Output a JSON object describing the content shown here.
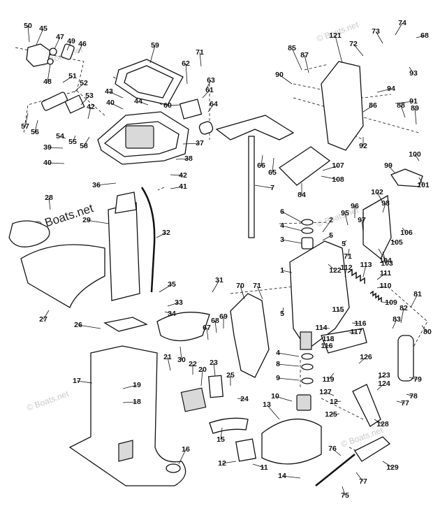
{
  "watermarks": [
    "© Boats.net",
    "© Boats.net",
    "© Boats.net",
    "© Boats.net",
    "© Boats.net",
    "© Boats.net"
  ],
  "callouts": [
    "50",
    "45",
    "47",
    "49",
    "46",
    "48",
    "59",
    "71",
    "62",
    "63",
    "61",
    "74",
    "68",
    "73",
    "121",
    "85",
    "87",
    "72",
    "93",
    "90",
    "94",
    "88",
    "89",
    "91",
    "86",
    "92",
    "100",
    "101",
    "99",
    "107",
    "108",
    "84",
    "66",
    "65",
    "7",
    "95",
    "96",
    "97",
    "98",
    "102",
    "106",
    "105",
    "104",
    "103",
    "6",
    "4",
    "3",
    "2",
    "5",
    "5",
    "71",
    "1",
    "122",
    "112",
    "113",
    "111",
    "110",
    "109",
    "115",
    "116",
    "114",
    "117",
    "118",
    "116",
    "119",
    "126",
    "81",
    "82",
    "83",
    "80",
    "123",
    "124",
    "127",
    "12",
    "125",
    "79",
    "78",
    "77",
    "128",
    "76",
    "77",
    "129",
    "75",
    "14",
    "13",
    "12",
    "11",
    "15",
    "10",
    "9",
    "8",
    "4",
    "70",
    "71",
    "5",
    "69",
    "68",
    "67",
    "31",
    "35",
    "33",
    "34",
    "30",
    "28",
    "29",
    "32",
    "27",
    "26",
    "17",
    "19",
    "18",
    "21",
    "22",
    "20",
    "23",
    "25",
    "24",
    "16",
    "36",
    "42",
    "41",
    "38",
    "37",
    "43",
    "40",
    "44",
    "60",
    "64",
    "39",
    "40",
    "54",
    "55",
    "58",
    "42",
    "53",
    "52",
    "51",
    "57",
    "56"
  ],
  "title": ""
}
